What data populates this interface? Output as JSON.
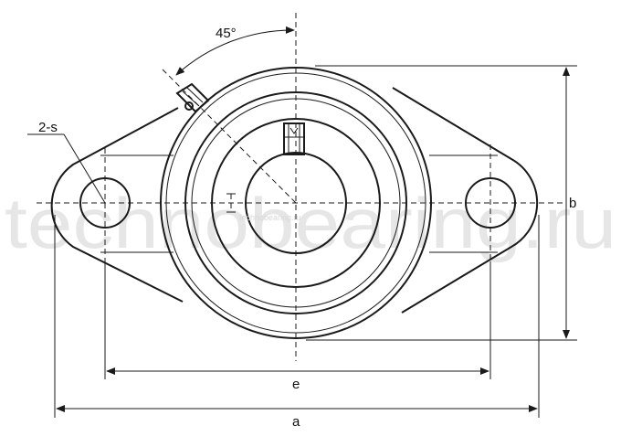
{
  "labels": {
    "angle": "45°",
    "bolt_holes": "2-s",
    "width": "b",
    "bolt_spacing": "e",
    "overall_length": "a"
  },
  "watermark": {
    "main": "technobearing.ru",
    "small": "technobearing.ru"
  },
  "colors": {
    "line": "#1a1a1a",
    "watermark": "#e6e6e6",
    "background": "#ffffff"
  }
}
